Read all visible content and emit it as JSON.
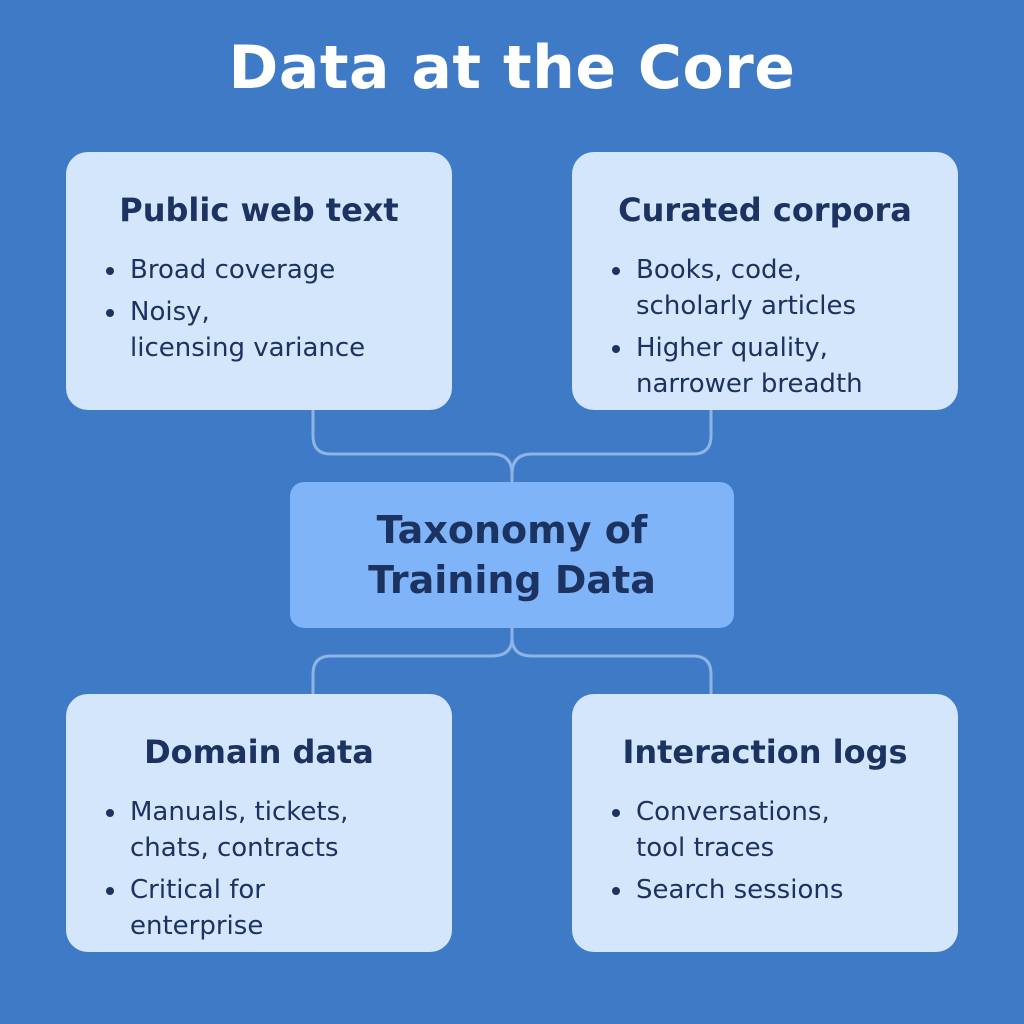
{
  "title": "Data at the Core",
  "center": {
    "label": "Taxonomy of\nTraining Data"
  },
  "cards": [
    {
      "title": "Public web text",
      "bullets": [
        "Broad coverage",
        "Noisy,\nlicensing variance"
      ]
    },
    {
      "title": "Curated corpora",
      "bullets": [
        "Books, code,\nscholarly articles",
        "Higher quality,\nnarrower breadth"
      ]
    },
    {
      "title": "Domain data",
      "bullets": [
        "Manuals, tickets,\nchats, contracts",
        "Critical for\nenterprise"
      ]
    },
    {
      "title": "Interaction logs",
      "bullets": [
        "Conversations,\ntool traces",
        "Search sessions"
      ]
    }
  ],
  "colors": {
    "background": "#3f7ac6",
    "card": "#d3e6fb",
    "center_box": "#7fb4f8",
    "text_dark": "#1c3260",
    "connector": "#8fb3e2"
  }
}
